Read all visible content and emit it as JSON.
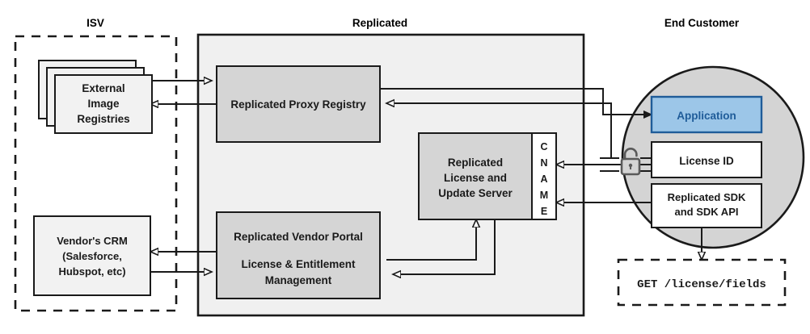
{
  "zones": {
    "isv": {
      "title": "ISV",
      "style": "dashed"
    },
    "replicated": {
      "title": "Replicated",
      "style": "solid",
      "fill": "#f0f0f0"
    },
    "end_customer": {
      "title": "End Customer",
      "style": "circle",
      "fill": "#d4d4d4"
    }
  },
  "nodes": {
    "external_registries": {
      "lines": [
        "External",
        "Image",
        "Registries"
      ],
      "fill": "#f2f2f2",
      "stacked": true
    },
    "vendor_crm": {
      "lines": [
        "Vendor's CRM",
        "(Salesforce,",
        "Hubspot, etc)"
      ],
      "fill": "#f2f2f2"
    },
    "proxy_registry": {
      "lines": [
        "Replicated Proxy Registry"
      ],
      "fill": "#d5d5d5"
    },
    "license_update_server": {
      "lines": [
        "Replicated",
        "License and",
        "Update Server"
      ],
      "fill": "#d5d5d5"
    },
    "cname": {
      "letters": [
        "C",
        "N",
        "A",
        "M",
        "E"
      ],
      "fill": "#ffffff"
    },
    "vendor_portal": {
      "lines": [
        "Replicated Vendor Portal",
        "",
        "License & Entitlement",
        "Management"
      ],
      "fill": "#d5d5d5"
    },
    "application": {
      "lines": [
        "Application"
      ],
      "fill": "#9cc6e8",
      "stroke": "#1f5c99",
      "text_color": "#1f5c99"
    },
    "license_id": {
      "lines": [
        "License ID"
      ],
      "fill": "#ffffff"
    },
    "replicated_sdk": {
      "lines": [
        "Replicated SDK",
        "and SDK API"
      ],
      "fill": "#ffffff"
    },
    "api_request": {
      "lines": [
        "GET /license/fields"
      ],
      "fill": "#ffffff",
      "style": "dashed",
      "font": "mono"
    }
  },
  "icons": {
    "unlock": {
      "name": "unlock-icon",
      "color": "#5a5a5a"
    }
  },
  "colors": {
    "line": "#1a1a1a",
    "panel_fill": "#f0f0f0",
    "node_fill": "#d5d5d5",
    "light_node_fill": "#f2f2f2",
    "circle_fill": "#d4d4d4",
    "accent_blue": "#9cc6e8",
    "accent_blue_dark": "#1f5c99"
  }
}
